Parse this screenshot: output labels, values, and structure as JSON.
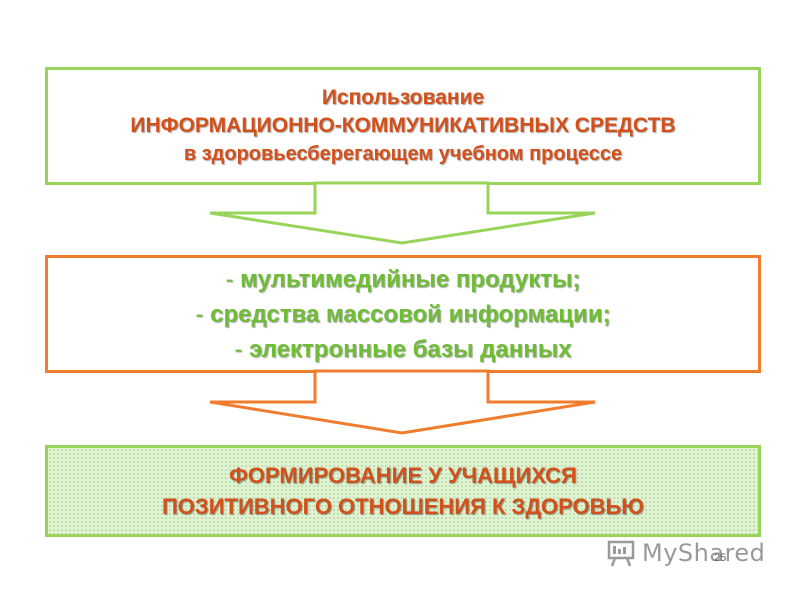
{
  "top_box": {
    "line1": "Использование",
    "line2": "ИНФОРМАЦИОННО-КОММУНИКАТИВНЫХ СРЕДСТВ",
    "line3": "в здоровьесберегающем учебном процессе"
  },
  "middle_box": {
    "items": [
      {
        "dash": "- ",
        "text": "мультимедийные продукты;"
      },
      {
        "dash": "- ",
        "text": "средства массовой информации;"
      },
      {
        "dash": "- ",
        "text": "электронные базы данных"
      }
    ]
  },
  "bottom_box": {
    "line1": "ФОРМИРОВАНИЕ У УЧАЩИХСЯ",
    "line2": "ПОЗИТИВНОГО ОТНОШЕНИЯ К ЗДОРОВЬЮ"
  },
  "footer": {
    "watermark": "MyShared",
    "slide_number": "25"
  },
  "colors": {
    "green": "#99d45a",
    "orange": "#f07d2e",
    "text_orange": "#d4501a",
    "text_green": "#6fbd35"
  }
}
